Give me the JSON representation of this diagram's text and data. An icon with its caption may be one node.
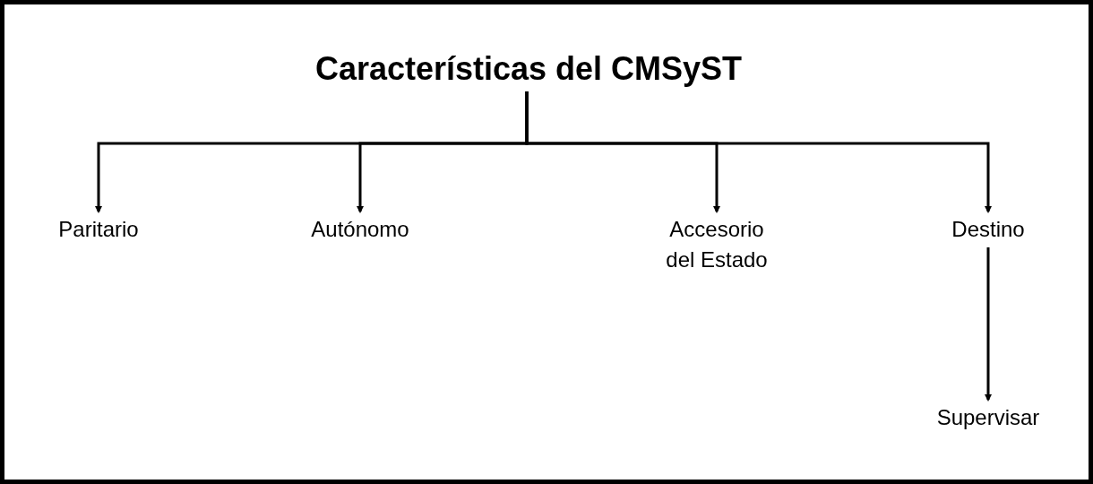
{
  "diagram": {
    "nodes": [
      {
        "text": [
          "Características del CMSyST"
        ]
      },
      {
        "text": [
          "Paritario"
        ]
      },
      {
        "text": [
          "Autónomo"
        ]
      },
      {
        "text": [
          "Accesorio del Estado"
        ]
      },
      {
        "text": [
          "Destino"
        ]
      },
      {
        "text": [
          "Supervisar"
        ]
      }
    ],
    "edges": [
      {
        "from": 0,
        "to": 1,
        "arrow": "to"
      },
      {
        "from": 0,
        "to": 2,
        "arrow": "to"
      },
      {
        "from": 0,
        "to": 3,
        "arrow": "to"
      },
      {
        "from": 0,
        "to": 4,
        "arrow": "to"
      },
      {
        "from": 4,
        "to": 5,
        "arrow": "to"
      }
    ]
  }
}
